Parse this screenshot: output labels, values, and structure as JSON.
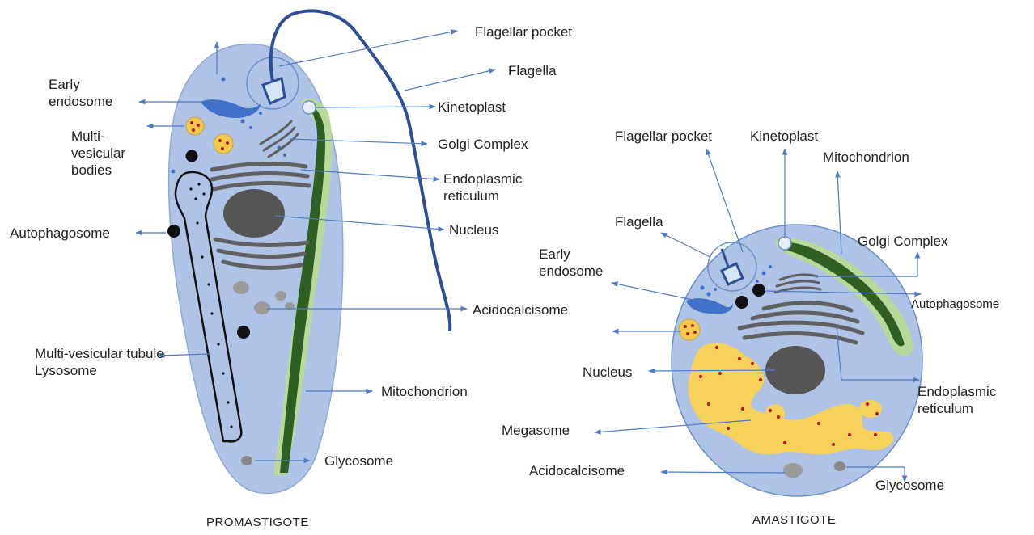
{
  "colors": {
    "cytoplasm": "#aec3e6",
    "cell_outline": "#6a8fca",
    "flagellum": "#2d4f95",
    "mitochondrion_outer": "#b9d99a",
    "mitochondrion_inner": "#305f24",
    "nucleus": "#555555",
    "er": "#606060",
    "megasome": "#f7d35c",
    "dot_red": "#b02020",
    "label_arrow": "#4d7bc5",
    "vesicle_gray": "#9b9b9b",
    "black": "#111111"
  },
  "promastigote": {
    "caption": "PROMASTIGOTE",
    "labels": {
      "flagellar_pocket": "Flagellar pocket",
      "flagella": "Flagella",
      "kinetoplast": "Kinetoplast",
      "golgi": "Golgi Complex",
      "er": "Endoplasmic reticulum",
      "nucleus": "Nucleus",
      "acidocalcisome": "Acidocalcisome",
      "mitochondrion": "Mitochondrion",
      "glycosome": "Glycosome",
      "early_endosome": "Early endosome",
      "mvb": "Multi- vesicular bodies",
      "autophagosome": "Autophagosome",
      "mvt_lysosome": "Multi-vesicular tubule Lysosome"
    }
  },
  "amastigote": {
    "caption": "AMASTIGOTE",
    "labels": {
      "flagellar_pocket": "Flagellar pocket",
      "kinetoplast": "Kinetoplast",
      "mitochondrion": "Mitochondrion",
      "flagella": "Flagella",
      "golgi": "Golgi Complex",
      "early_endosome": "Early endosome",
      "autophagosome": "Autophagosome",
      "nucleus": "Nucleus",
      "er": "Endoplasmic reticulum",
      "megasome": "Megasome",
      "acidocalcisome": "Acidocalcisome",
      "glycosome": "Glycosome"
    }
  }
}
